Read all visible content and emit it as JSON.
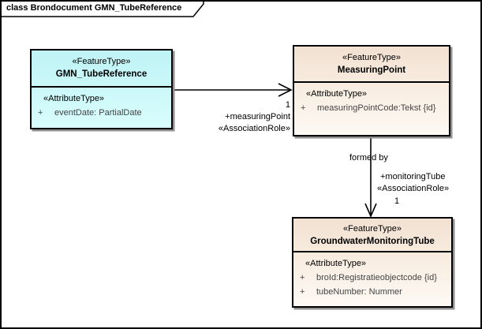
{
  "frame": {
    "title": "class Brondocument GMN_TubeReference"
  },
  "classes": {
    "gmn_tube_reference": {
      "stereotype": "«FeatureType»",
      "name": "GMN_TubeReference",
      "compartment_stereotype": "«AttributeType»",
      "attributes": [
        {
          "vis": "+",
          "text": "eventDate: PartialDate"
        }
      ]
    },
    "measuring_point": {
      "stereotype": "«FeatureType»",
      "name": "MeasuringPoint",
      "compartment_stereotype": "«AttributeType»",
      "attributes": [
        {
          "vis": "+",
          "text": "measuringPointCode:Tekst {id}"
        }
      ]
    },
    "groundwater_monitoring_tube": {
      "stereotype": "«FeatureType»",
      "name": "GroundwaterMonitoringTube",
      "compartment_stereotype": "«AttributeType»",
      "attributes": [
        {
          "vis": "+",
          "text": "broId:Registratieobjectcode {id}"
        },
        {
          "vis": "+",
          "text": "tubeNumber: Nummer"
        }
      ]
    }
  },
  "connectors": {
    "measuring_point_assoc": {
      "multiplicity": "1",
      "role": "+measuringPoint",
      "stereotype": "«AssociationRole»"
    },
    "monitoring_tube_assoc": {
      "name": "formed by",
      "role": "+monitoringTube",
      "stereotype": "«AssociationRole»",
      "multiplicity": "1"
    }
  },
  "colors": {
    "background": "#ffffff",
    "border": "#000000",
    "shadow": "#8f8f8f",
    "box_cyan_top": "#bff3f5",
    "box_cyan_bottom": "#d9fdfd",
    "box_peach_top": "#f2e1d1",
    "box_peach_mid": "#f9efe4",
    "box_peach_bottom": "#fdf9f4",
    "attribute_text": "#444444"
  }
}
